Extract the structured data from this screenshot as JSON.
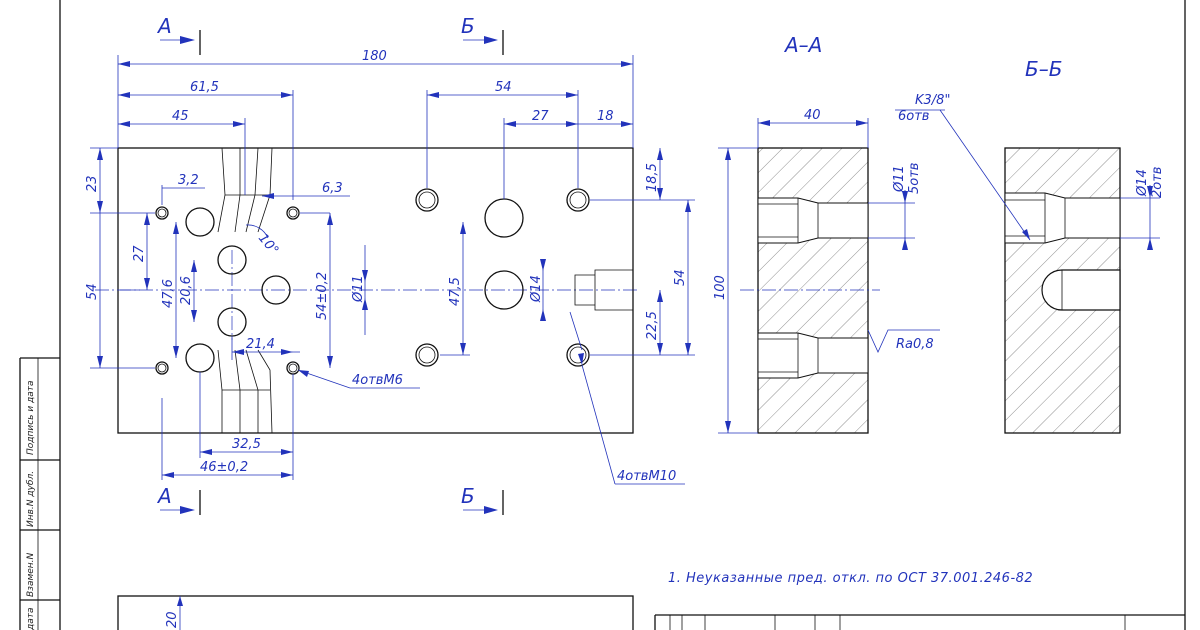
{
  "section_markers": {
    "a": "А",
    "b": "Б"
  },
  "section_titles": {
    "aa": "А–А",
    "bb": "Б–Б"
  },
  "dimensions": {
    "d180": "180",
    "d61_5": "61,5",
    "d45": "45",
    "d54_top": "54",
    "d27_top": "27",
    "d18": "18",
    "d3_2": "3,2",
    "d6_3": "6,3",
    "d23": "23",
    "d27_left": "27",
    "d54_left": "54",
    "d47_6": "47,6",
    "d20_6": "20,6",
    "angle10": "10°",
    "d54pm": "54±0,2",
    "dia11_plan": "Ø11",
    "d47_5": "47,5",
    "dia14_plan": "Ø14",
    "d18_5": "18,5",
    "d22_5": "22,5",
    "d54_right": "54",
    "d21_4": "21,4",
    "d32_5": "32,5",
    "d46pm": "46±0,2",
    "d40": "40",
    "d100": "100",
    "d20_bottom": "20"
  },
  "callouts": {
    "m6": "4отвМ6",
    "m10": "4отвМ10",
    "aa_dia": "Ø11",
    "aa_holes": "5отв",
    "bb_dia": "Ø14",
    "bb_holes": "2отв",
    "thread": "K3/8\"",
    "thread_holes": "6отв",
    "roughness": "Ra0,8"
  },
  "notes": {
    "note1": "1. Неуказанные пред. откл. по ОСТ 37.001.246-82"
  },
  "frame_labels": {
    "sign_date": "Подпись и дата",
    "dup_inv": "Инв.N дубл.",
    "replace_inv": "Взамен.N",
    "date": "дата"
  },
  "colors": {
    "dimension": "#2233bb",
    "outline": "#111111"
  }
}
